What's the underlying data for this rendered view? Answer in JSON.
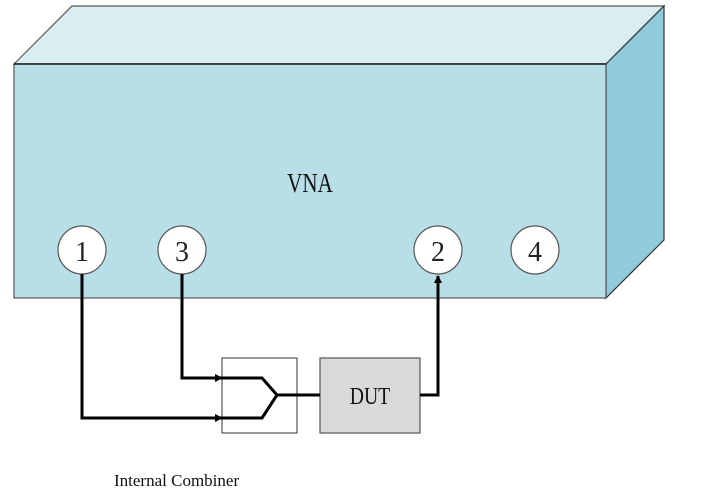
{
  "instrument": {
    "label": "VNA",
    "colors": {
      "front": "#b8dfe7",
      "top": "#daedf2",
      "side": "#91cadb",
      "edge": "#333333"
    }
  },
  "ports": [
    {
      "id": "1",
      "label": "1"
    },
    {
      "id": "3",
      "label": "3"
    },
    {
      "id": "2",
      "label": "2"
    },
    {
      "id": "4",
      "label": "4"
    }
  ],
  "combiner": {
    "caption": "Internal Combiner"
  },
  "dut": {
    "label": "DUT",
    "fill": "#d9d9d9"
  },
  "connections": [
    {
      "from": "port-1",
      "to": "combiner-input-lower"
    },
    {
      "from": "port-3",
      "to": "combiner-input-upper"
    },
    {
      "from": "combiner-output",
      "to": "dut-input"
    },
    {
      "from": "dut-output",
      "to": "port-2"
    }
  ]
}
